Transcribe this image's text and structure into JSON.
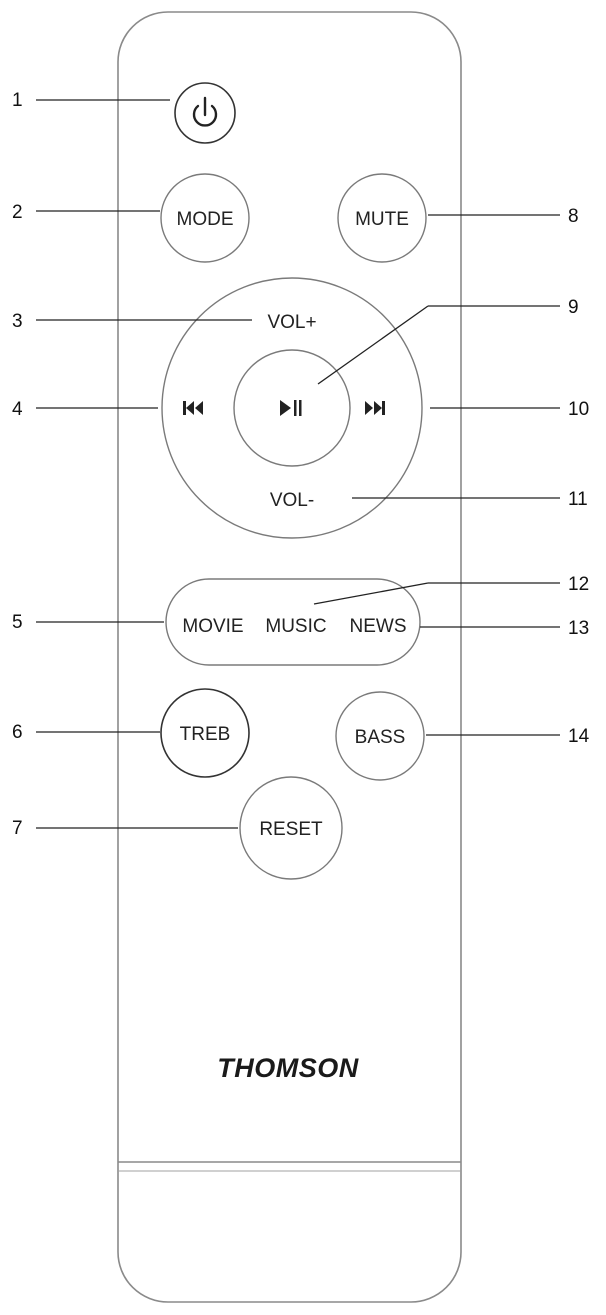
{
  "brand": "THOMSON",
  "buttons": {
    "power": {
      "icon": "power-icon"
    },
    "mode": "MODE",
    "mute": "MUTE",
    "vol_plus": "VOL+",
    "vol_minus": "VOL-",
    "prev": {
      "icon": "skip-previous-icon"
    },
    "play_pause": {
      "icon": "play-pause-icon"
    },
    "next": {
      "icon": "skip-next-icon"
    },
    "movie": "MOVIE",
    "music": "MUSIC",
    "news": "NEWS",
    "treb": "TREB",
    "bass": "BASS",
    "reset": "RESET"
  },
  "callouts": {
    "c1": "1",
    "c2": "2",
    "c3": "3",
    "c4": "4",
    "c5": "5",
    "c6": "6",
    "c7": "7",
    "c8": "8",
    "c9": "9",
    "c10": "10",
    "c11": "11",
    "c12": "12",
    "c13": "13",
    "c14": "14"
  }
}
